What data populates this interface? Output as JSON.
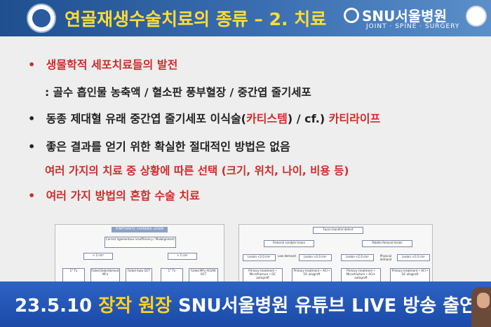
{
  "header": {
    "title": "연골재생수술치료의 종류 – 2. 치료",
    "brand_name": "SNU서울병원",
    "brand_sub": "JOINT · SPINE · SURGERY",
    "accent": "#ffdd33"
  },
  "slide": {
    "b1": "생물학적 세포치료들의 발전",
    "b1_sub": ": 골수 흡인물 농축액 / 혈소판 풍부혈장 / 중간엽 줄기세포",
    "b2_a": "동종 제대혈 유래 중간엽 줄기세포 이식술(",
    "b2_b": "카티스템",
    "b2_c": ") / cf.) ",
    "b2_d": "카티라이프",
    "b3": "좋은 결과를 얻기 위한 확실한 절대적인 방법은 없음",
    "b3_sub": "여러 가지의 치료 중 상황에 따른 선택 (크기, 위치, 나이, 비용 등)",
    "b4": "여러 가지 방법의 혼합 수술 치료",
    "bullet_glyph": "•"
  },
  "diagram_left": {
    "top": "SYMPTOMATIC CHONDRAL LESION",
    "second": "Correct ligamentous insufficiency / Malalignment",
    "n1": "< 2 cm²",
    "n2": "> 2 cm²",
    "l1": "1° Tx",
    "l2": "Failed Debridement MFx",
    "l3": "Failed Auto OCT",
    "l4": "1° Tx",
    "l5": "Failed MFx ACI/Alt OCT"
  },
  "diagram_right": {
    "top": "Focal chondral defect",
    "a": "Femoral condyle lesion",
    "b": "Patello-femoral lesion",
    "c1": "Lesion <2.0 cm²",
    "c2": "Lesion >2.0 cm²",
    "c3": "Lesion <2.0 cm²",
    "c4": "Lesion >2.0 cm²",
    "d1": "Low demand",
    "d2": "Physical demand",
    "t1": "Primary treatment • Microfracture • OC autograft",
    "t2": "Primary treatment • ACI • OC allograft",
    "t3": "Primary treatment • Microfracture • ACI+ autograft",
    "t4": "Primary treatment • ACI • OC allograft"
  },
  "banner": {
    "part1": "23.5.10 ",
    "part2": "장작 원장",
    "part3": " SNU서울병원 유튜브 LIVE 방송 출연",
    "highlight": "#ffd21f"
  }
}
